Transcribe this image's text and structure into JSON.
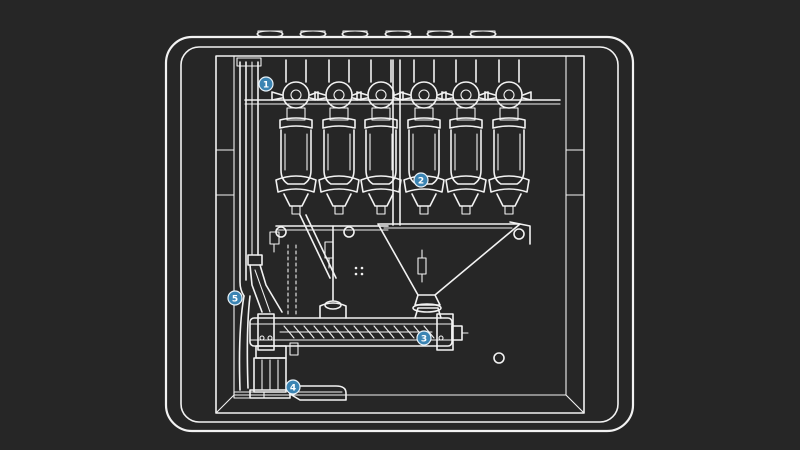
{
  "colors": {
    "background": "#262626",
    "line": "#f2f2f2",
    "marker": "#3b84b3"
  },
  "markers": [
    {
      "id": "1",
      "label": "1"
    },
    {
      "id": "2",
      "label": "2"
    },
    {
      "id": "3",
      "label": "3"
    },
    {
      "id": "4",
      "label": "4"
    },
    {
      "id": "5",
      "label": "5"
    }
  ],
  "hopper_count": 6
}
